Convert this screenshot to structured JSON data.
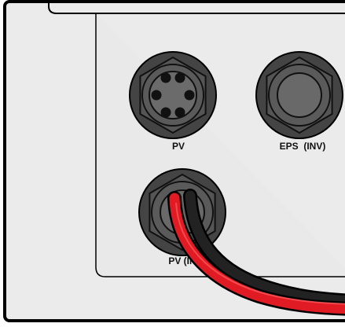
{
  "ports": [
    {
      "label": "PV",
      "icon": "pv-connector-6-pin-icon"
    },
    {
      "label": "EPS  (INV)",
      "icon": "eps-inv-port-icon"
    },
    {
      "label": "PV (INV)",
      "icon": "pv-inv-port-icon"
    }
  ],
  "cable": {
    "icon": "red-black-cable-icon",
    "colors": [
      "#e01b24",
      "#1a1a1a"
    ]
  },
  "colors": {
    "panel": "#ebebeb",
    "outline": "#000000",
    "port_dark": "#4a4a4a",
    "port_mid": "#5e5e5e"
  }
}
